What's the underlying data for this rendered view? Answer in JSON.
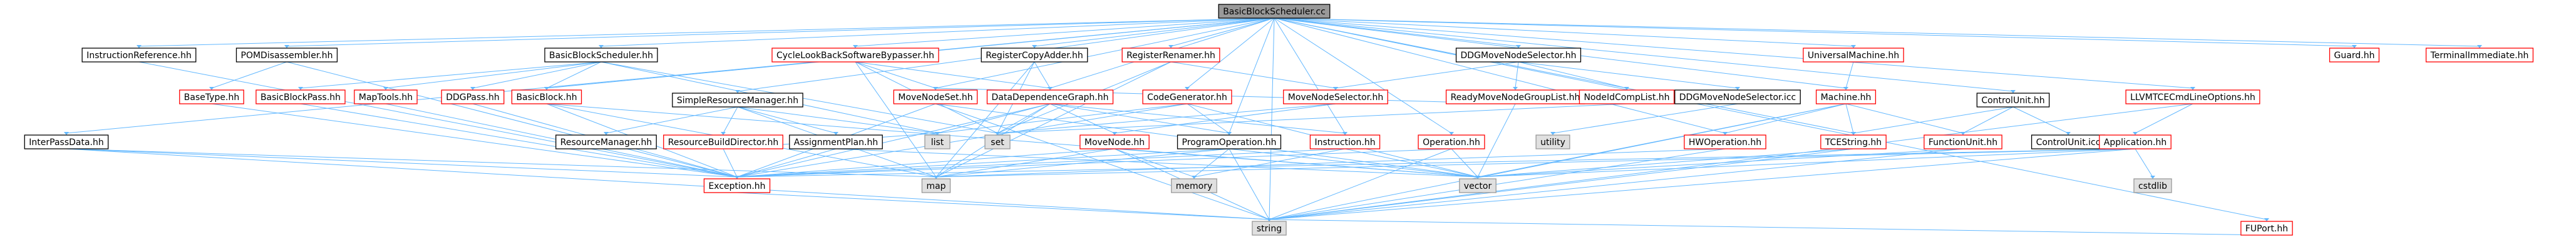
{
  "graph": {
    "colors": {
      "root_fill": "#999999",
      "internal_fill": "#ffffff",
      "external_fill": "#e0e0e0",
      "internal_border": "#ff0000",
      "plain_border": "#000000",
      "external_border": "#999999",
      "edge": "#63b8ff"
    },
    "nodes": [
      {
        "id": "root",
        "label": "BasicBlockScheduler.cc",
        "kind": "root"
      },
      {
        "id": "InstructionReference",
        "label": "InstructionReference.hh",
        "kind": "plain"
      },
      {
        "id": "POMDisassembler",
        "label": "POMDisassembler.hh",
        "kind": "plain"
      },
      {
        "id": "BasicBlockScheduler",
        "label": "BasicBlockScheduler.hh",
        "kind": "plain"
      },
      {
        "id": "CycleLookBack",
        "label": "CycleLookBackSoftwareBypasser.hh",
        "kind": "internal"
      },
      {
        "id": "RegisterCopyAdder",
        "label": "RegisterCopyAdder.hh",
        "kind": "plain"
      },
      {
        "id": "RegisterRenamer",
        "label": "RegisterRenamer.hh",
        "kind": "internal"
      },
      {
        "id": "DDGMoveNodeSelector",
        "label": "DDGMoveNodeSelector.hh",
        "kind": "plain"
      },
      {
        "id": "UniversalMachine",
        "label": "UniversalMachine.hh",
        "kind": "internal"
      },
      {
        "id": "Guard",
        "label": "Guard.hh",
        "kind": "internal"
      },
      {
        "id": "TerminalImmediate",
        "label": "TerminalImmediate.hh",
        "kind": "internal"
      },
      {
        "id": "BaseType",
        "label": "BaseType.hh",
        "kind": "internal"
      },
      {
        "id": "BasicBlockPass",
        "label": "BasicBlockPass.hh",
        "kind": "internal"
      },
      {
        "id": "MapTools",
        "label": "MapTools.hh",
        "kind": "internal"
      },
      {
        "id": "DDGPass",
        "label": "DDGPass.hh",
        "kind": "internal"
      },
      {
        "id": "BasicBlock",
        "label": "BasicBlock.hh",
        "kind": "internal"
      },
      {
        "id": "SimpleResourceManager",
        "label": "SimpleResourceManager.hh",
        "kind": "plain"
      },
      {
        "id": "MoveNodeSet",
        "label": "MoveNodeSet.hh",
        "kind": "internal"
      },
      {
        "id": "DataDependenceGraph",
        "label": "DataDependenceGraph.hh",
        "kind": "internal"
      },
      {
        "id": "CodeGenerator",
        "label": "CodeGenerator.hh",
        "kind": "internal"
      },
      {
        "id": "MoveNodeSelector",
        "label": "MoveNodeSelector.hh",
        "kind": "internal"
      },
      {
        "id": "ReadyMoveNodeGroupList",
        "label": "ReadyMoveNodeGroupList.hh",
        "kind": "internal"
      },
      {
        "id": "NodeIdComp",
        "label": "NodeIdCompList.hh",
        "kind": "internal"
      },
      {
        "id": "DDGMoveNodeSelectorIcc",
        "label": "DDGMoveNodeSelector.icc",
        "kind": "plain"
      },
      {
        "id": "Machine",
        "label": "Machine.hh",
        "kind": "internal"
      },
      {
        "id": "ControlUnit",
        "label": "ControlUnit.hh",
        "kind": "plain"
      },
      {
        "id": "LLVMTCECmdLineOptions",
        "label": "LLVMTCECmdLineOptions.hh",
        "kind": "internal"
      },
      {
        "id": "InterPassData",
        "label": "InterPassData.hh",
        "kind": "plain"
      },
      {
        "id": "ResourceManager",
        "label": "ResourceManager.hh",
        "kind": "plain"
      },
      {
        "id": "ResourceBuildDirector",
        "label": "ResourceBuildDirector.hh",
        "kind": "internal"
      },
      {
        "id": "AssignmentPlan",
        "label": "AssignmentPlan.hh",
        "kind": "plain"
      },
      {
        "id": "list",
        "label": "list",
        "kind": "external"
      },
      {
        "id": "set",
        "label": "set",
        "kind": "external"
      },
      {
        "id": "MoveNode",
        "label": "MoveNode.hh",
        "kind": "internal"
      },
      {
        "id": "ProgramOperation",
        "label": "ProgramOperation.hh",
        "kind": "plain"
      },
      {
        "id": "Instruction",
        "label": "Instruction.hh",
        "kind": "internal"
      },
      {
        "id": "Operation",
        "label": "Operation.hh",
        "kind": "internal"
      },
      {
        "id": "utility",
        "label": "utility",
        "kind": "external"
      },
      {
        "id": "HWOperation",
        "label": "HWOperation.hh",
        "kind": "internal"
      },
      {
        "id": "TCEString",
        "label": "TCEString.hh",
        "kind": "internal"
      },
      {
        "id": "FunctionUnit",
        "label": "FunctionUnit.hh",
        "kind": "internal"
      },
      {
        "id": "ControlUnitIcc",
        "label": "ControlUnit.icc",
        "kind": "plain"
      },
      {
        "id": "Application",
        "label": "Application.hh",
        "kind": "internal"
      },
      {
        "id": "FUPort",
        "label": "FUPort.hh",
        "kind": "internal"
      },
      {
        "id": "Exception",
        "label": "Exception.hh",
        "kind": "internal"
      },
      {
        "id": "map",
        "label": "map",
        "kind": "external"
      },
      {
        "id": "memory",
        "label": "memory",
        "kind": "external"
      },
      {
        "id": "vector",
        "label": "vector",
        "kind": "external"
      },
      {
        "id": "cstdlib",
        "label": "cstdlib",
        "kind": "external"
      },
      {
        "id": "string",
        "label": "string",
        "kind": "external"
      }
    ],
    "edges": [
      [
        "root",
        "InstructionReference"
      ],
      [
        "root",
        "POMDisassembler"
      ],
      [
        "root",
        "BasicBlockScheduler"
      ],
      [
        "root",
        "CycleLookBack"
      ],
      [
        "root",
        "RegisterCopyAdder"
      ],
      [
        "root",
        "RegisterRenamer"
      ],
      [
        "root",
        "DDGMoveNodeSelector"
      ],
      [
        "root",
        "UniversalMachine"
      ],
      [
        "root",
        "Guard"
      ],
      [
        "root",
        "TerminalImmediate"
      ],
      [
        "root",
        "SimpleResourceManager"
      ],
      [
        "root",
        "MoveNodeSet"
      ],
      [
        "root",
        "DataDependenceGraph"
      ],
      [
        "root",
        "CodeGenerator"
      ],
      [
        "root",
        "Machine"
      ],
      [
        "root",
        "ControlUnit"
      ],
      [
        "root",
        "LLVMTCECmdLineOptions"
      ],
      [
        "root",
        "InterPassData"
      ],
      [
        "root",
        "BasicBlock"
      ],
      [
        "root",
        "Operation"
      ],
      [
        "root",
        "ProgramOperation"
      ],
      [
        "root",
        "Instruction"
      ],
      [
        "root",
        "FUPort"
      ],
      [
        "root",
        "string"
      ],
      [
        "root",
        "HWOperation"
      ],
      [
        "root",
        "TCEString"
      ],
      [
        "InstructionReference",
        "Exception"
      ],
      [
        "POMDisassembler",
        "BaseType"
      ],
      [
        "POMDisassembler",
        "Exception"
      ],
      [
        "BasicBlockScheduler",
        "BasicBlockPass"
      ],
      [
        "BasicBlockScheduler",
        "MapTools"
      ],
      [
        "BasicBlockScheduler",
        "DDGPass"
      ],
      [
        "BasicBlockScheduler",
        "BasicBlock"
      ],
      [
        "BasicBlockScheduler",
        "list"
      ],
      [
        "BasicBlockScheduler",
        "set"
      ],
      [
        "CycleLookBack",
        "DataDependenceGraph"
      ],
      [
        "CycleLookBack",
        "set"
      ],
      [
        "CycleLookBack",
        "map"
      ],
      [
        "CycleLookBack",
        "MoveNodeSet"
      ],
      [
        "RegisterCopyAdder",
        "DataDependenceGraph"
      ],
      [
        "RegisterCopyAdder",
        "set"
      ],
      [
        "RegisterCopyAdder",
        "map"
      ],
      [
        "RegisterRenamer",
        "MoveNodeSelector"
      ],
      [
        "RegisterRenamer",
        "set"
      ],
      [
        "RegisterRenamer",
        "map"
      ],
      [
        "DDGMoveNodeSelector",
        "MoveNodeSelector"
      ],
      [
        "DDGMoveNodeSelector",
        "ReadyMoveNodeGroupList"
      ],
      [
        "DDGMoveNodeSelector",
        "NodeIdComp"
      ],
      [
        "DDGMoveNodeSelector",
        "DDGMoveNodeSelectorIcc"
      ],
      [
        "UniversalMachine",
        "Machine"
      ],
      [
        "BaseType",
        "Exception"
      ],
      [
        "BasicBlockPass",
        "Exception"
      ],
      [
        "MapTools",
        "Exception"
      ],
      [
        "DDGPass",
        "Exception"
      ],
      [
        "BasicBlock",
        "Exception"
      ],
      [
        "BasicBlock",
        "map"
      ],
      [
        "BasicBlock",
        "vector"
      ],
      [
        "SimpleResourceManager",
        "ResourceManager"
      ],
      [
        "SimpleResourceManager",
        "ResourceBuildDirector"
      ],
      [
        "SimpleResourceManager",
        "AssignmentPlan"
      ],
      [
        "SimpleResourceManager",
        "list"
      ],
      [
        "SimpleResourceManager",
        "map"
      ],
      [
        "MoveNodeSet",
        "vector"
      ],
      [
        "MoveNodeSet",
        "Exception"
      ],
      [
        "MoveNodeSet",
        "string"
      ],
      [
        "DataDependenceGraph",
        "list"
      ],
      [
        "DataDependenceGraph",
        "set"
      ],
      [
        "DataDependenceGraph",
        "MoveNode"
      ],
      [
        "DataDependenceGraph",
        "ProgramOperation"
      ],
      [
        "DataDependenceGraph",
        "map"
      ],
      [
        "DataDependenceGraph",
        "Exception"
      ],
      [
        "DataDependenceGraph",
        "Instruction"
      ],
      [
        "CodeGenerator",
        "ProgramOperation"
      ],
      [
        "CodeGenerator",
        "vector"
      ],
      [
        "CodeGenerator",
        "Exception"
      ],
      [
        "CodeGenerator",
        "list"
      ],
      [
        "MoveNodeSelector",
        "MoveNode"
      ],
      [
        "MoveNodeSelector",
        "set"
      ],
      [
        "ReadyMoveNodeGroupList",
        "MoveNodeSet"
      ],
      [
        "ReadyMoveNodeGroupList",
        "vector"
      ],
      [
        "NodeIdComp",
        "set"
      ],
      [
        "DDGMoveNodeSelectorIcc",
        "utility"
      ],
      [
        "Machine",
        "TCEString"
      ],
      [
        "Machine",
        "HWOperation"
      ],
      [
        "Machine",
        "FunctionUnit"
      ],
      [
        "Machine",
        "vector"
      ],
      [
        "Machine",
        "string"
      ],
      [
        "ControlUnit",
        "FunctionUnit"
      ],
      [
        "ControlUnit",
        "ControlUnitIcc"
      ],
      [
        "ControlUnit",
        "TCEString"
      ],
      [
        "LLVMTCECmdLineOptions",
        "Application"
      ],
      [
        "LLVMTCECmdLineOptions",
        "string"
      ],
      [
        "InterPassData",
        "Exception"
      ],
      [
        "InterPassData",
        "map"
      ],
      [
        "InterPassData",
        "string"
      ],
      [
        "ResourceBuildDirector",
        "Exception"
      ],
      [
        "ResourceBuildDirector",
        "list"
      ],
      [
        "AssignmentPlan",
        "Exception"
      ],
      [
        "AssignmentPlan",
        "vector"
      ],
      [
        "MoveNode",
        "Exception"
      ],
      [
        "MoveNode",
        "map"
      ],
      [
        "MoveNode",
        "memory"
      ],
      [
        "MoveNode",
        "vector"
      ],
      [
        "MoveNode",
        "string"
      ],
      [
        "ProgramOperation",
        "Exception"
      ],
      [
        "ProgramOperation",
        "map"
      ],
      [
        "ProgramOperation",
        "memory"
      ],
      [
        "ProgramOperation",
        "vector"
      ],
      [
        "ProgramOperation",
        "string"
      ],
      [
        "Instruction",
        "Exception"
      ],
      [
        "Instruction",
        "vector"
      ],
      [
        "Instruction",
        "memory"
      ],
      [
        "Operation",
        "vector"
      ],
      [
        "Operation",
        "Exception"
      ],
      [
        "Operation",
        "string"
      ],
      [
        "HWOperation",
        "map"
      ],
      [
        "HWOperation",
        "string"
      ],
      [
        "TCEString",
        "string"
      ],
      [
        "TCEString",
        "vector"
      ],
      [
        "FunctionUnit",
        "vector"
      ],
      [
        "FunctionUnit",
        "string"
      ],
      [
        "Application",
        "Exception"
      ],
      [
        "Application",
        "string"
      ],
      [
        "Application",
        "cstdlib"
      ],
      [
        "Application",
        "vector"
      ],
      [
        "Application",
        "map"
      ],
      [
        "FUPort",
        "string"
      ],
      [
        "Exception",
        "string"
      ]
    ]
  }
}
